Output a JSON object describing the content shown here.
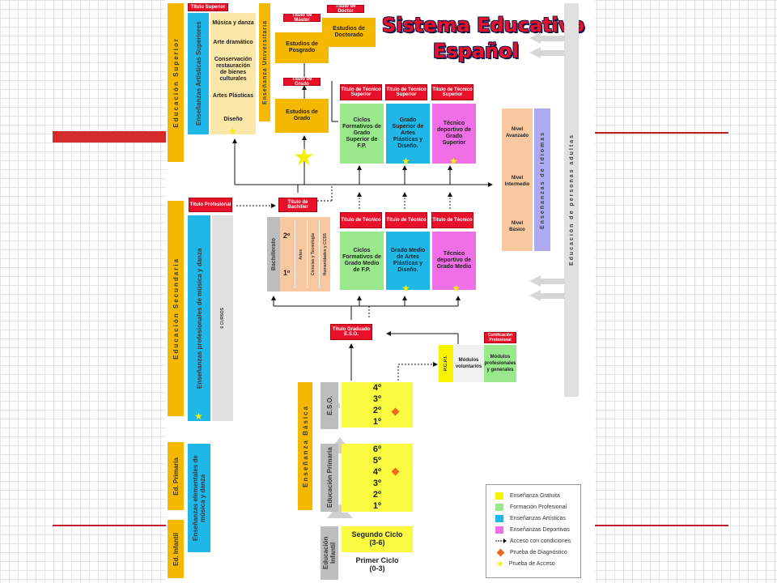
{
  "title": {
    "line1": "Sistema Educativo",
    "line2": "Español"
  },
  "stages": {
    "superior": "Educación Superior",
    "universitaria": "Enseñanza Universitaria",
    "secundaria": "Educación Secundaria",
    "primaria": "Ed. Primaria",
    "infantil": "Ed. Infantil",
    "basica": "Enseñanza Básica",
    "adultas": "Educación de personas adultas",
    "idiomas": "Enseñanzas de Idiomas"
  },
  "artisticas_superiores": {
    "label": "Enseñanzas Artísticas Superiores",
    "tag": "Título Superior",
    "items": [
      "Música y danza",
      "Arte dramático",
      "Conservación restauración de bienes culturales",
      "Artes Plásticas",
      "Diseño"
    ]
  },
  "universidad": {
    "master_tag": "Título de Máster",
    "doctor_tag": "Título de Doctor",
    "grado_tag": "Título de Grado",
    "posgrado": "Estudios de Posgrado",
    "doctorado": "Estudios de Doctorado",
    "grado": "Estudios de Grado"
  },
  "grado_superior": {
    "tags": [
      "Título de Técnico Superior",
      "Título de Técnico Superior",
      "Título de Técnico Superior"
    ],
    "fp": "Ciclos Formativos de Grado Superior de F.P.",
    "artes": "Grado Superior de Artes Plásticas y Diseño.",
    "deportivo": "Técnico deportivo de Grado Superior"
  },
  "idiomas_levels": [
    "Nivel Avanzado",
    "Nivel Intermedio",
    "Nivel Básico"
  ],
  "secundaria_post": {
    "profesional_tag": "Título Profesional",
    "bachiller_tag": "Título de Bachiller",
    "musica": "Enseñanzas profesionales de música y danza",
    "seis_cursos": "6 CURSOS",
    "bachillerato": "Bachillerato",
    "cursos": [
      "2º",
      "1º"
    ],
    "modalidades": [
      "Artes",
      "Ciencias y Tecnología",
      "Humanidades y CCSS"
    ],
    "tecnico_tags": [
      "Título de Técnico",
      "Título de Técnico",
      "Título de Técnico"
    ],
    "fp_medio": "Ciclos Formativos de Grado Medio de F.P.",
    "artes_medio": "Grado Medio de Artes Plásticas y Diseño.",
    "deportivo_medio": "Técnico deportivo de Grado Medio"
  },
  "eso": {
    "graduado_tag": "Título Graduado E.S.O.",
    "cert_tag": "Certificación Profesional",
    "pcpi": "P.C.P.I.",
    "voluntarios": "Módulos voluntarios",
    "profesionales": "Módulos profesionales y generales",
    "label": "E.S.O.",
    "levels": [
      "4º",
      "3º",
      "2º",
      "1º"
    ]
  },
  "primaria": {
    "label": "Educación Primaria",
    "levels": [
      "6º",
      "5º",
      "4º",
      "3º",
      "2º",
      "1º"
    ],
    "elementales": "Enseñanzas elementales de música y danza"
  },
  "infantil": {
    "label": "Educación Infantil",
    "segundo": "Segundo Ciclo",
    "segundo_age": "(3-6)",
    "primero": "Primer Ciclo",
    "primero_age": "(0-3)"
  },
  "legend": [
    {
      "label": "Enseñanza Gratuita",
      "color": "#f7f200"
    },
    {
      "label": "Formación Profesional",
      "color": "#99e88c"
    },
    {
      "label": "Enseñanzas Artísticas",
      "color": "#1fb6e8"
    },
    {
      "label": "Enseñanzas Deportivas",
      "color": "#f06ee6"
    },
    {
      "label": "Acceso con condiciones",
      "icon": "dotted-arrow-icon"
    },
    {
      "label": "Prueba de Diagnóstico",
      "icon": "diamond-icon"
    },
    {
      "label": "Prueba de Acceso",
      "icon": "star-icon"
    }
  ]
}
